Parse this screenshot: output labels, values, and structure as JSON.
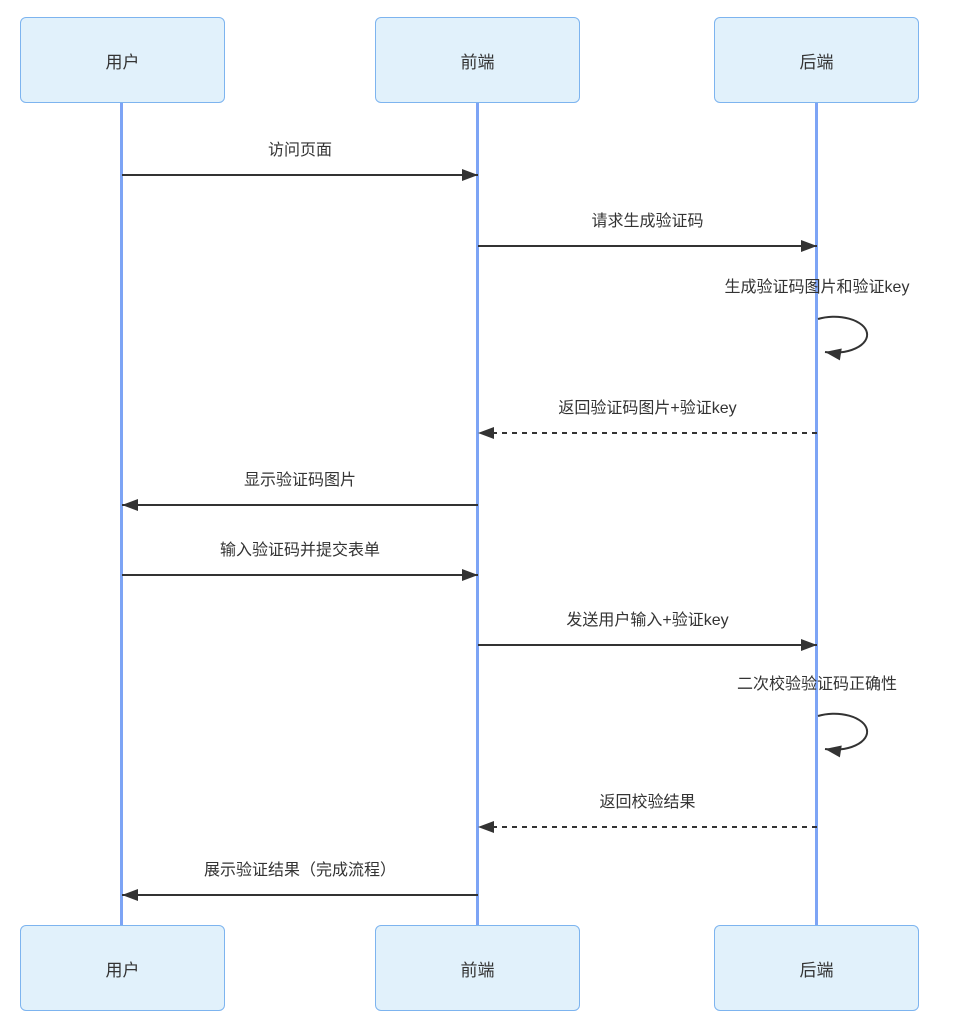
{
  "diagram": {
    "type": "sequence-diagram",
    "actors": [
      {
        "id": "user",
        "label": "用户"
      },
      {
        "id": "frontend",
        "label": "前端"
      },
      {
        "id": "backend",
        "label": "后端"
      }
    ],
    "messages": [
      {
        "from": "用户",
        "to": "前端",
        "label": "访问页面",
        "style": "solid",
        "direction": "right"
      },
      {
        "from": "前端",
        "to": "后端",
        "label": "请求生成验证码",
        "style": "solid",
        "direction": "right"
      },
      {
        "from": "后端",
        "to": "后端",
        "label": "生成验证码图片和验证key",
        "style": "self-loop"
      },
      {
        "from": "后端",
        "to": "前端",
        "label": "返回验证码图片+验证key",
        "style": "dashed",
        "direction": "left"
      },
      {
        "from": "前端",
        "to": "用户",
        "label": "显示验证码图片",
        "style": "solid",
        "direction": "left"
      },
      {
        "from": "用户",
        "to": "前端",
        "label": "输入验证码并提交表单",
        "style": "solid",
        "direction": "right"
      },
      {
        "from": "前端",
        "to": "后端",
        "label": "发送用户输入+验证key",
        "style": "solid",
        "direction": "right"
      },
      {
        "from": "后端",
        "to": "后端",
        "label": "二次校验验证码正确性",
        "style": "self-loop"
      },
      {
        "from": "后端",
        "to": "前端",
        "label": "返回校验结果",
        "style": "dashed",
        "direction": "left"
      },
      {
        "from": "前端",
        "to": "用户",
        "label": "展示验证结果（完成流程）",
        "style": "solid",
        "direction": "left"
      }
    ],
    "colors": {
      "actor_fill": "#e1f1fb",
      "actor_border": "#7db4ef",
      "lifeline": "#7da4f5",
      "arrow": "#333333",
      "text": "#333333",
      "background": "#ffffff"
    }
  }
}
